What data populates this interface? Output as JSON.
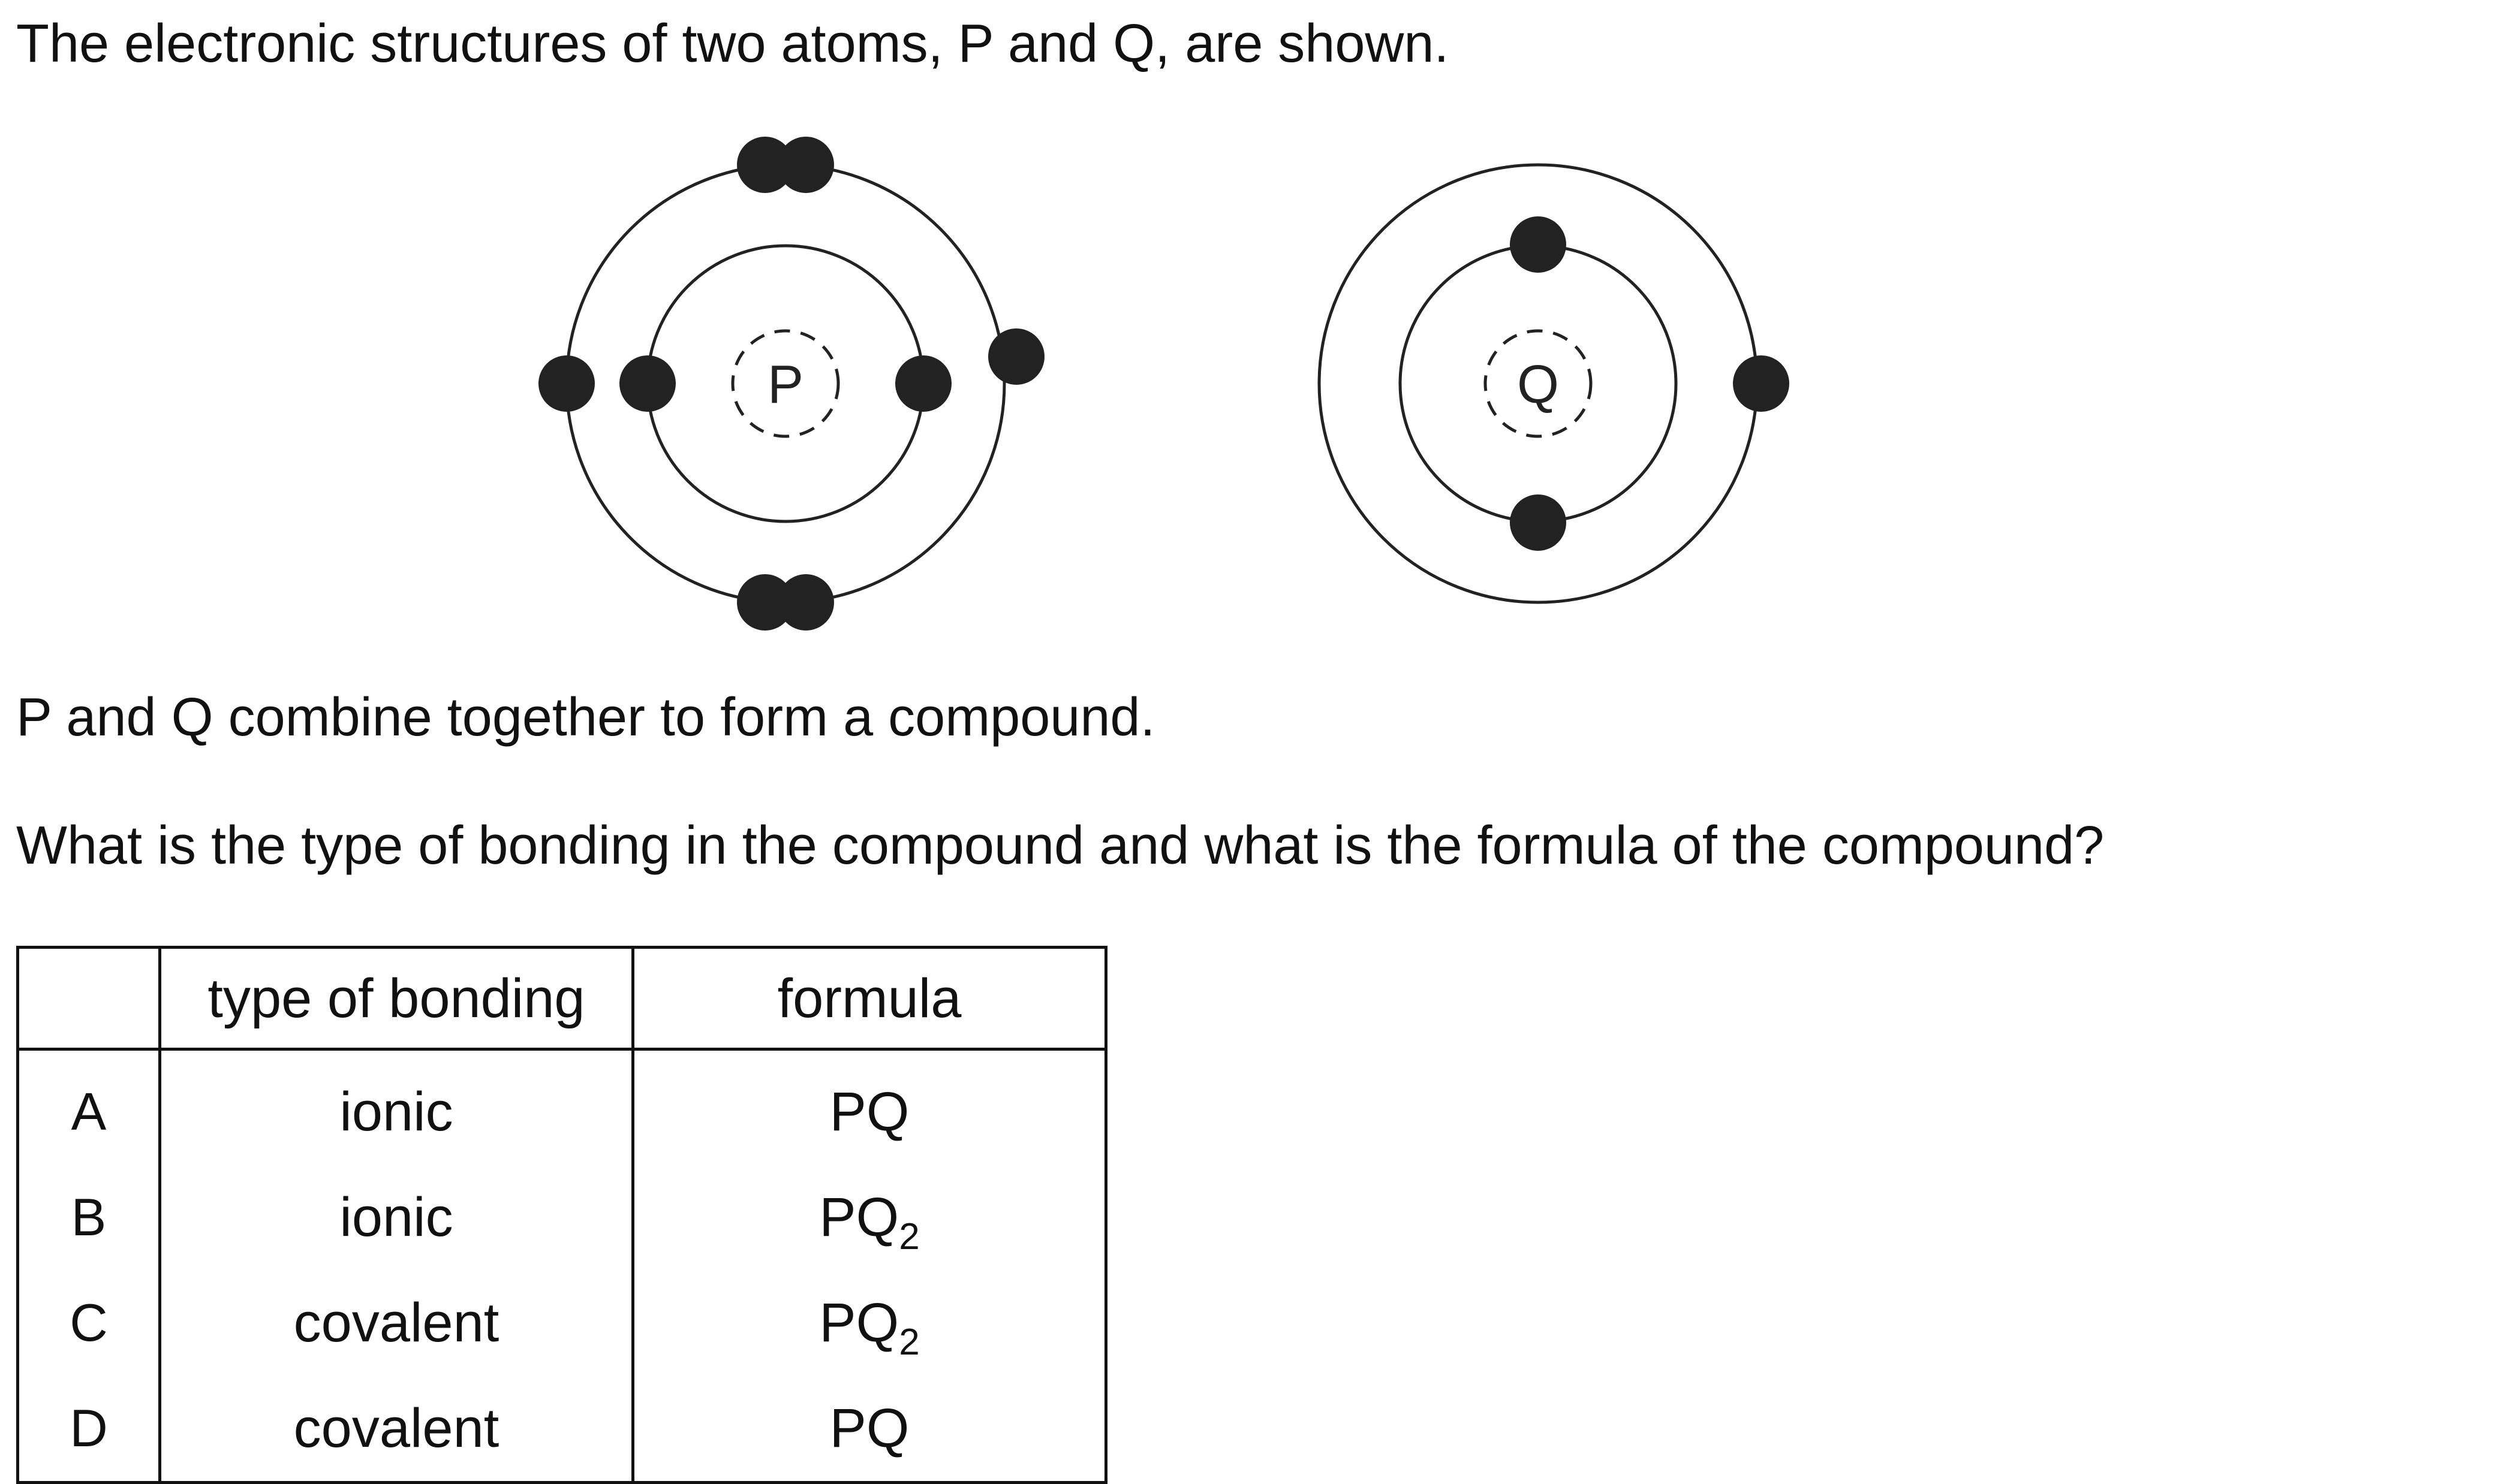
{
  "question": {
    "intro": "The electronic structures of two atoms, P and Q, are shown.",
    "combine": "P and Q combine together to form a compound.",
    "prompt": "What is the type of bonding in the compound and what is the formula of the compound?"
  },
  "diagram": {
    "atoms": [
      {
        "label": "P",
        "inner_shell_electrons": 2,
        "outer_shell_electrons": 6
      },
      {
        "label": "Q",
        "inner_shell_electrons": 2,
        "outer_shell_electrons": 1
      }
    ],
    "electron_color": "#222222",
    "line_color": "#222222"
  },
  "table": {
    "headers": [
      "",
      "type of bonding",
      "formula"
    ],
    "rows": [
      {
        "option": "A",
        "bonding": "ionic",
        "formula": "PQ",
        "formula_subscript": ""
      },
      {
        "option": "B",
        "bonding": "ionic",
        "formula": "PQ",
        "formula_subscript": "2"
      },
      {
        "option": "C",
        "bonding": "covalent",
        "formula": "PQ",
        "formula_subscript": "2"
      },
      {
        "option": "D",
        "bonding": "covalent",
        "formula": "PQ",
        "formula_subscript": ""
      }
    ]
  }
}
